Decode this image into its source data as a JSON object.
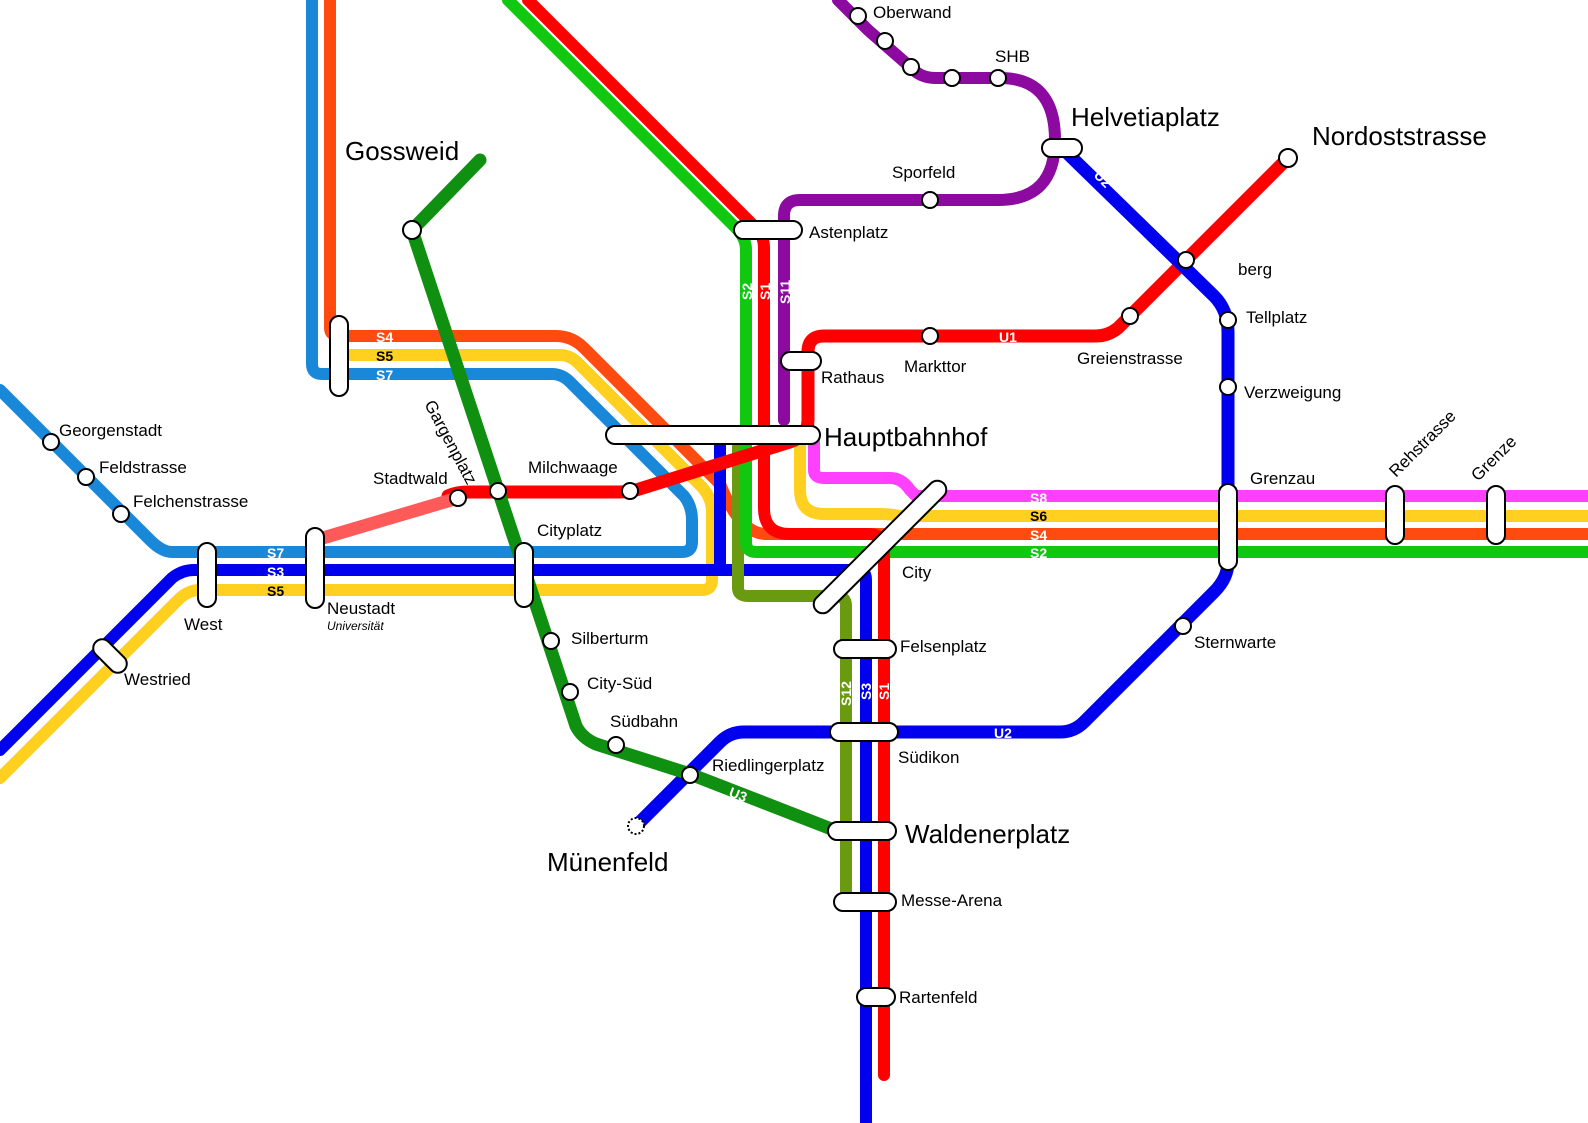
{
  "map": {
    "colors": {
      "S1": "#ff0000",
      "S2": "#10c810",
      "S3": "#0000ee",
      "S4": "#ff4a10",
      "S5": "#ffd020",
      "S6": "#ffd020",
      "S7": "#1a88d8",
      "S8": "#ff40ff",
      "S11": "#8c0aa0",
      "S12": "#6a9a10",
      "U1": "#ff0000",
      "U2": "#0000ee",
      "U3": "#109010",
      "branch": "#ff5a5a"
    },
    "hubs": {
      "gossweid": "Gossweid",
      "helvetiaplatz": "Helvetiaplatz",
      "nordoststrasse": "Nordoststrasse",
      "hauptbahnhof": "Hauptbahnhof",
      "waldenerplatz": "Waldenerplatz",
      "munenfeld": "Münenfeld"
    },
    "stations": {
      "oberwand": "Oberwand",
      "shb": "SHB",
      "sporfeld": "Sporfeld",
      "astenplatz": "Astenplatz",
      "berg": "berg",
      "tellplatz": "Tellplatz",
      "greienstrasse": "Greienstrasse",
      "markttor": "Markttor",
      "rathaus": "Rathaus",
      "verzweigung": "Verzweigung",
      "georgenstadt": "Georgenstadt",
      "feldstrasse": "Feldstrasse",
      "felchenstrasse": "Felchenstrasse",
      "stadtwald": "Stadtwald",
      "milchwaage": "Milchwaage",
      "gargenplatz": "Gargenplatz",
      "cityplatz": "Cityplatz",
      "grenzau": "Grenzau",
      "rehstrasse": "Rehstrasse",
      "grenze": "Grenze",
      "city": "City",
      "west": "West",
      "neustadt": "Neustadt",
      "neustadt_sub": "Universität",
      "westried": "Westried",
      "silberturm": "Silberturm",
      "city_sud": "City-Süd",
      "sudbahn": "Südbahn",
      "felsenplatz": "Felsenplatz",
      "sternwarte": "Sternwarte",
      "riedlingerplatz": "Riedlingerplatz",
      "sudikon": "Südikon",
      "messe_arena": "Messe-Arena",
      "rartenfeld": "Rartenfeld"
    },
    "line_labels": {
      "s4": "S4",
      "s5": "S5",
      "s7": "S7",
      "s7b": "S7",
      "s3": "S3",
      "s5b": "S5",
      "s8": "S8",
      "s6": "S6",
      "s4b": "S4",
      "s2": "S2",
      "s2v": "S2",
      "s1v": "S1",
      "s11v": "S11",
      "s12v": "S12",
      "s3v": "S3",
      "s1v2": "S1",
      "u1": "U1",
      "u2a": "U2",
      "u2b": "U2",
      "u3": "U3"
    }
  }
}
